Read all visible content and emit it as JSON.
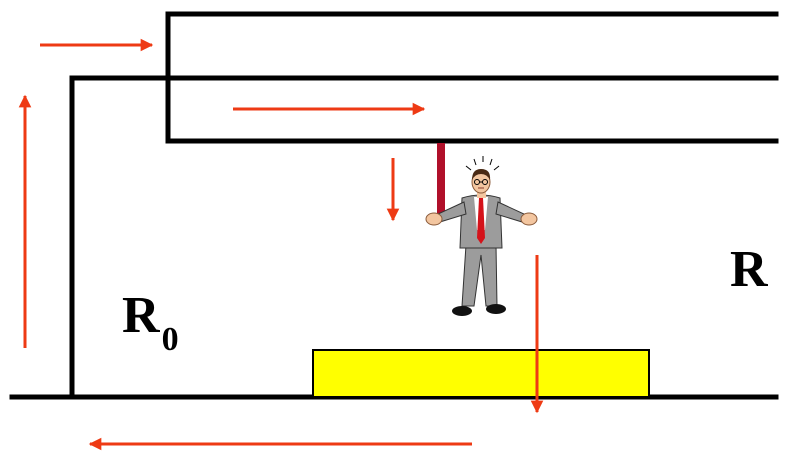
{
  "labels": {
    "left_region": "R",
    "left_region_subscript": "0",
    "right_region": "R"
  },
  "colors": {
    "wall": "#000000",
    "arrow": "#ee3a14",
    "block": "#ffff00",
    "cord": "#b0102a",
    "suit": "#9c9c9c",
    "tie": "#d4121a"
  },
  "icons": {
    "person": "shrugging-businessman-icon"
  }
}
